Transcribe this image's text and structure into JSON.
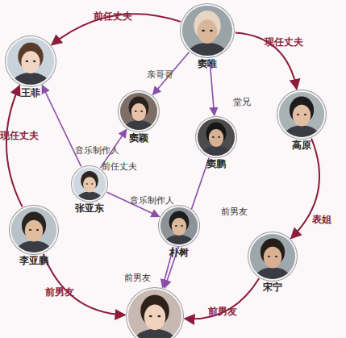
{
  "diagram": {
    "nodes": [
      {
        "text": [
          "窦唯"
        ]
      },
      {
        "text": [
          "王菲"
        ]
      },
      {
        "text": [
          "窦颖"
        ]
      },
      {
        "text": [
          "窦鹏"
        ]
      },
      {
        "text": [
          "高原"
        ]
      },
      {
        "text": [
          "张亚东"
        ]
      },
      {
        "text": [
          "朴树"
        ]
      },
      {
        "text": [
          "李亚鹏"
        ]
      },
      {
        "text": [
          "宋宁"
        ]
      },
      {
        "text": []
      }
    ],
    "edges": [
      {
        "from": 0,
        "to": 1,
        "arrow": "to",
        "label": "前任丈夫"
      },
      {
        "from": 0,
        "to": 4,
        "arrow": "to",
        "label": "现任丈夫"
      },
      {
        "from": 0,
        "to": 2,
        "arrow": "to",
        "label": "亲哥哥"
      },
      {
        "from": 0,
        "to": 3,
        "arrow": "to",
        "label": "堂兄"
      },
      {
        "from": 4,
        "to": 8,
        "arrow": "to",
        "label": "表姐"
      },
      {
        "from": 8,
        "to": 9,
        "arrow": "to",
        "label": "前男友"
      },
      {
        "from": 3,
        "to": 9,
        "arrow": "to",
        "label": "前男友"
      },
      {
        "from": 6,
        "to": 9,
        "arrow": "to",
        "label": "前男友"
      },
      {
        "from": 7,
        "to": 9,
        "arrow": "to",
        "label": "前男友"
      },
      {
        "from": 7,
        "to": 1,
        "arrow": "to",
        "label": "现任丈夫"
      },
      {
        "from": 5,
        "to": 1,
        "arrow": "to",
        "label": "音乐制作人"
      },
      {
        "from": 5,
        "to": 2,
        "arrow": "to",
        "label": "前任丈夫"
      },
      {
        "from": 5,
        "to": 6,
        "arrow": "to",
        "label": "音乐制作人"
      }
    ]
  }
}
